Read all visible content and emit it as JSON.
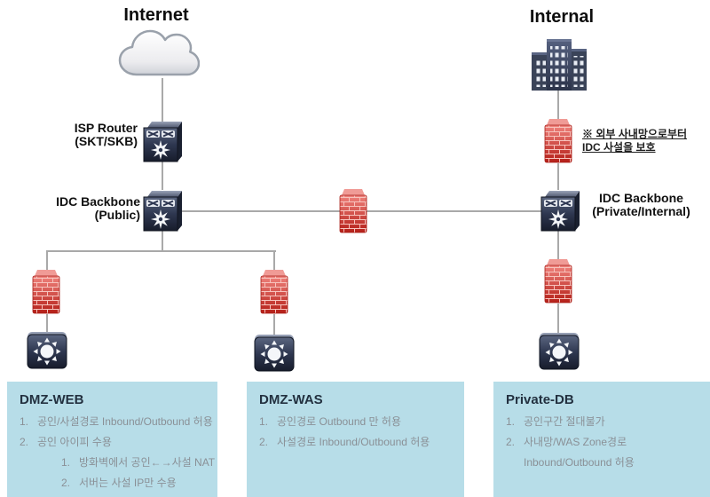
{
  "titles": {
    "internet": "Internet",
    "internal": "Internal"
  },
  "labels": {
    "isp_router": [
      "ISP Router",
      "(SKT/SKB)"
    ],
    "idc_public": [
      "IDC Backbone",
      "(Public)"
    ],
    "idc_private": [
      "IDC Backbone",
      "(Private/Internal)"
    ],
    "annotation": [
      "※ 외부 사내망으로부터",
      "IDC 사설을 보호"
    ]
  },
  "zones": [
    {
      "title": "DMZ-WEB",
      "items": [
        {
          "num": "1.",
          "text": "공인/사설경로 Inbound/Outbound 허용"
        },
        {
          "num": "2.",
          "text": "공인 아이피 수용"
        },
        {
          "num": "1.",
          "text": "방화벽에서 공인←→사설 NAT"
        },
        {
          "num": "2.",
          "text": "서버는 사설 IP만 수용"
        }
      ]
    },
    {
      "title": "DMZ-WAS",
      "items": [
        {
          "num": "1.",
          "text": "공인경로 Outbound 만 허용"
        },
        {
          "num": "2.",
          "text": "사설경로 Inbound/Outbound 허용"
        }
      ]
    },
    {
      "title": "Private-DB",
      "items": [
        {
          "num": "1.",
          "text": "공인구간 절대불가"
        },
        {
          "num": "2.",
          "text": "사내망/WAS Zone경로"
        },
        {
          "num": "",
          "text": "Inbound/Outbound 허용"
        }
      ]
    }
  ],
  "icons": {
    "internet": "cloud-icon",
    "internal": "building-icon",
    "router": "layer3-switch-icon",
    "firewall": "firewall-brick-icon",
    "access_switch": "hub-switch-icon"
  },
  "colors": {
    "zone_bg": "#b7dde8",
    "zone_title": "#233140",
    "zone_item_text": "#8a9096",
    "line": "#a9a9a9",
    "firewall_red": "#c8342c",
    "device_navy": "#2e3750"
  }
}
